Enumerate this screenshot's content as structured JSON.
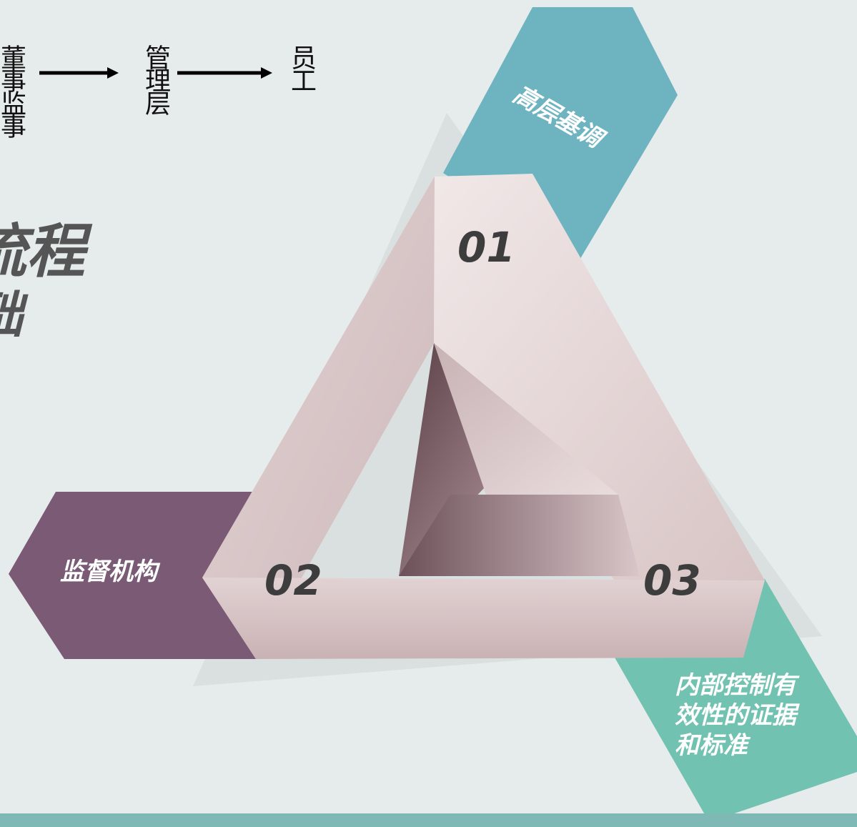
{
  "flow": {
    "node1": "董事监事",
    "node2": "管理层",
    "node3": "员工"
  },
  "heading": {
    "line1": "流程",
    "line2": "础"
  },
  "triangle": {
    "num1": "01",
    "num2": "02",
    "num3": "03",
    "label1": "高层基调",
    "label2": "监督机构",
    "label3_line1": "内部控制有",
    "label3_line2": "效性的证据",
    "label3_line3": "和标准"
  },
  "colors": {
    "background": "#e6ecec",
    "teal_band": "#6eb3c0",
    "green_band": "#72c2b2",
    "purple_band": "#7b5a76",
    "triangle_face": "#dcc8c9",
    "bottom_bar": "#7fb9b5"
  }
}
